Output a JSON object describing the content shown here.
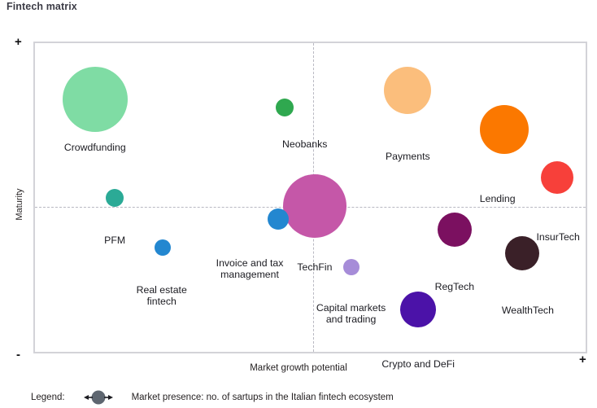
{
  "title": "Fintech matrix",
  "axes": {
    "x_label": "Market growth potential",
    "y_label": "Maturity",
    "y_top_mark": "+",
    "y_bottom_mark": "-",
    "x_right_mark": "+"
  },
  "legend": {
    "caption": "Legend:",
    "symbol_name": "bubble-size-arrows-icon",
    "symbol_color": "#5e6670",
    "text": "Market presence: no. of sartups in the Italian fintech ecosystem"
  },
  "chart_data": {
    "type": "scatter",
    "title": "Fintech matrix",
    "xlabel": "Market growth potential",
    "ylabel": "Maturity",
    "xlim": [
      0,
      100
    ],
    "ylim": [
      0,
      100
    ],
    "grid": true,
    "grid_lines": {
      "x": 50,
      "y": 50
    },
    "legend_position": "below-plot",
    "size_meaning": "Market presence: no. of sartups in the Italian fintech ecosystem",
    "points": [
      {
        "label": "Crowdfunding",
        "x": 10.9,
        "y": 81.8,
        "r": 40,
        "color": "#7FDCA4",
        "label_x": 10.9,
        "label_y": 68.0
      },
      {
        "label": "Neobanks",
        "x": 45.4,
        "y": 79.1,
        "r": 11,
        "color": "#2FA84F",
        "label_x": 49.0,
        "label_y": 69.0
      },
      {
        "label": "Payments",
        "x": 67.7,
        "y": 84.6,
        "r": 29,
        "color": "#FBBE7C",
        "label_x": 67.7,
        "label_y": 65.1
      },
      {
        "label": "Lending",
        "x": 85.2,
        "y": 72.0,
        "r": 30,
        "color": "#FB7800",
        "label_x": 84.0,
        "label_y": 51.4
      },
      {
        "label": "InsurTech",
        "x": 94.8,
        "y": 56.4,
        "r": 20,
        "color": "#F7403A",
        "label_x": 95.0,
        "label_y": 39.0
      },
      {
        "label": "TechFin",
        "x": 50.8,
        "y": 47.3,
        "r": 39,
        "color": "#C557A8",
        "label_x": 50.8,
        "label_y": 29.3
      },
      {
        "label": "RegTech",
        "x": 76.2,
        "y": 39.5,
        "r": 21,
        "color": "#7B1060",
        "label_x": 76.2,
        "label_y": 23.0
      },
      {
        "label": "WealthTech",
        "x": 88.5,
        "y": 31.9,
        "r": 21,
        "color": "#3A2028",
        "label_x": 89.5,
        "label_y": 15.2
      },
      {
        "label": "PFM",
        "x": 14.5,
        "y": 49.9,
        "r": 11,
        "color": "#2BAA96",
        "label_x": 14.5,
        "label_y": 38.0
      },
      {
        "label": "Real estate\nfintech",
        "x": 23.2,
        "y": 33.9,
        "r": 10,
        "color": "#2387D0",
        "label_x": 23.0,
        "label_y": 22.0
      },
      {
        "label": "Invoice and tax\nmanagement",
        "x": 44.1,
        "y": 43.1,
        "r": 13,
        "color": "#2387D0",
        "label_x": 39.0,
        "label_y": 30.5
      },
      {
        "label": "Capital markets\nand trading",
        "x": 57.4,
        "y": 27.5,
        "r": 10,
        "color": "#A68CD8",
        "label_x": 57.4,
        "label_y": 16.0
      },
      {
        "label": "Crypto and DeFi",
        "x": 69.6,
        "y": 13.8,
        "r": 22,
        "color": "#4B12A8",
        "label_x": 69.6,
        "label_y": -2.0
      }
    ]
  }
}
